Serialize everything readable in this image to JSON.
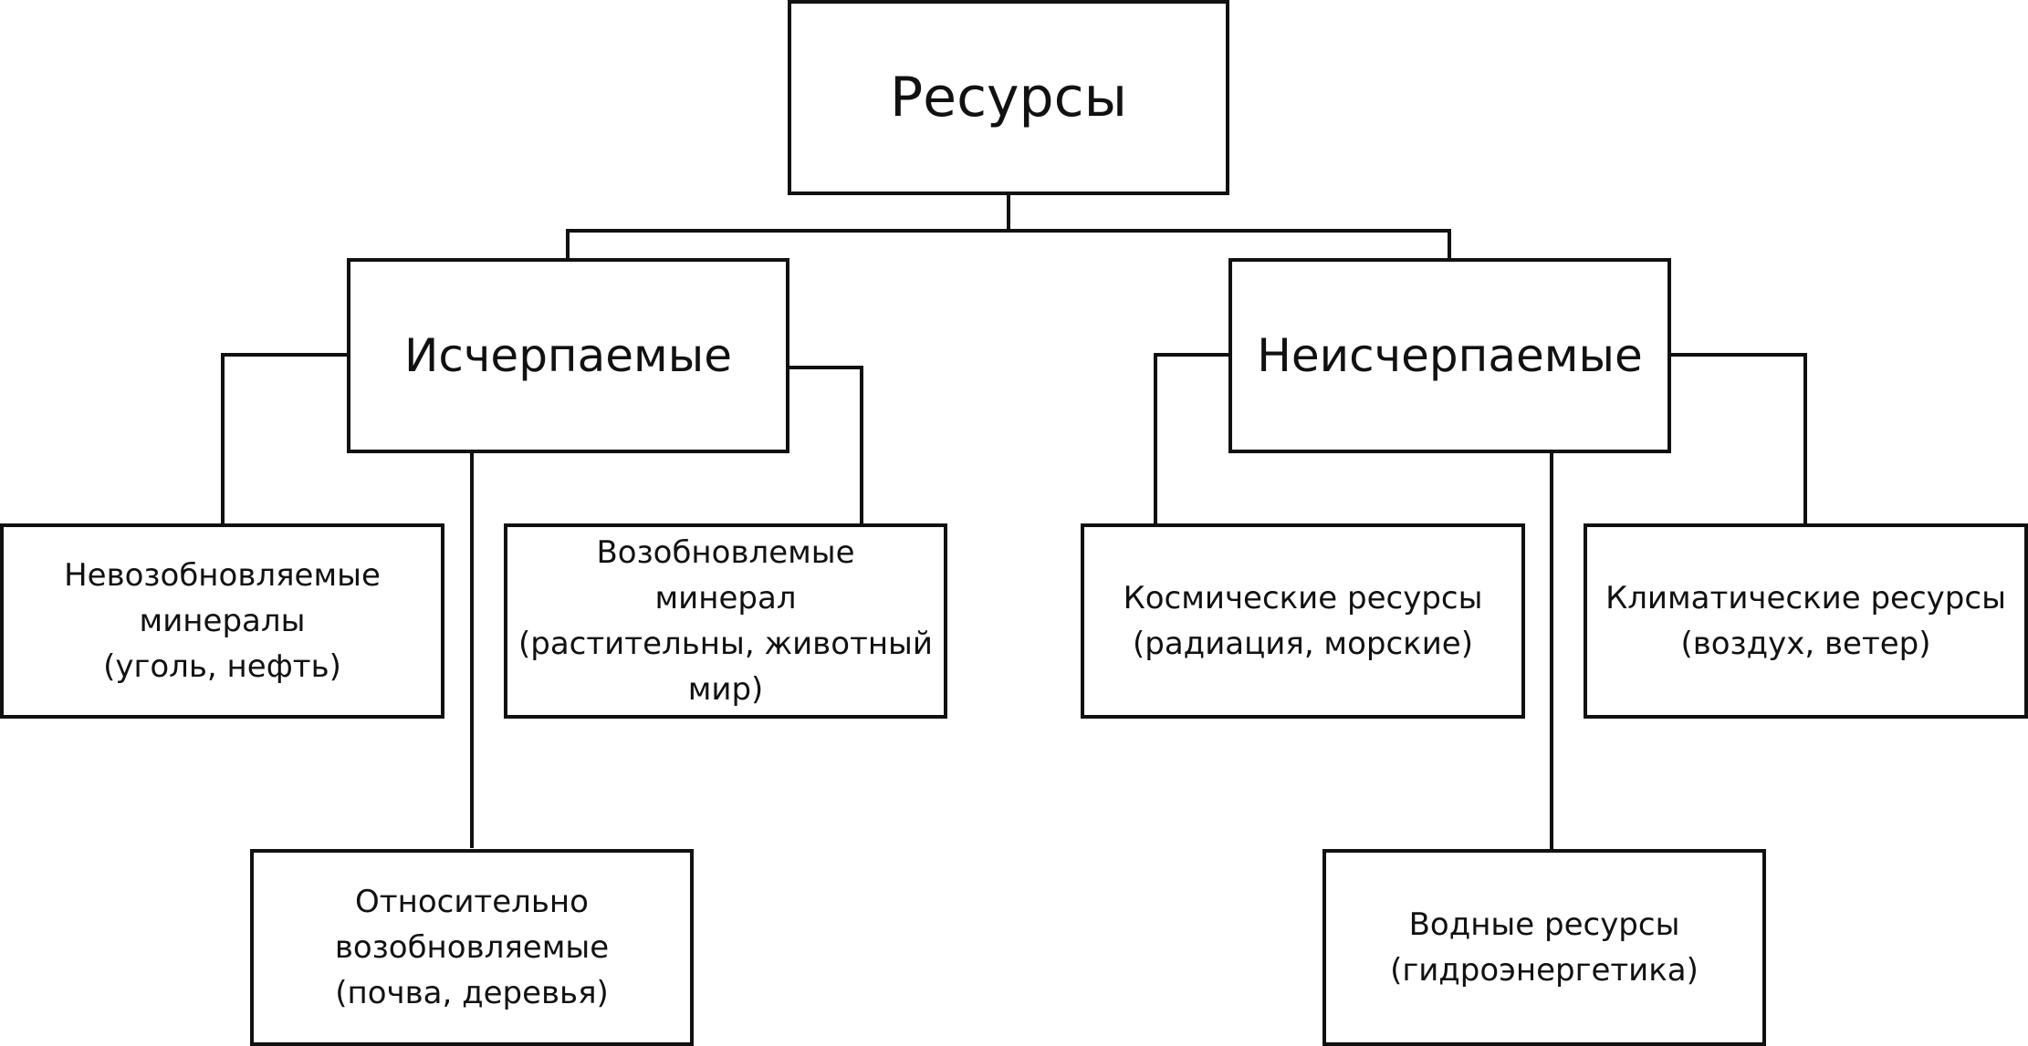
{
  "nodes": {
    "root": {
      "lines": [
        "Ресурсы"
      ]
    },
    "exhaustible": {
      "lines": [
        "Исчерпаемые"
      ]
    },
    "inexhaustible": {
      "lines": [
        "Неисчерпаемые"
      ]
    },
    "nonrenewable": {
      "lines": [
        "Невозобновляемые",
        "минералы",
        "(уголь, нефть)"
      ]
    },
    "renewable": {
      "lines": [
        "Возобновлемые",
        "минерал",
        "(растительны, животный",
        "мир)"
      ]
    },
    "relatively": {
      "lines": [
        "Относительно",
        "возобновляемые",
        "(почва, деревья)"
      ]
    },
    "space": {
      "lines": [
        "Космические ресурсы",
        "(радиация, морские)"
      ]
    },
    "climate": {
      "lines": [
        "Климатические ресурсы",
        "(воздух, ветер)"
      ]
    },
    "water": {
      "lines": [
        "Водные ресурсы",
        "(гидроэнергетика)"
      ]
    }
  }
}
